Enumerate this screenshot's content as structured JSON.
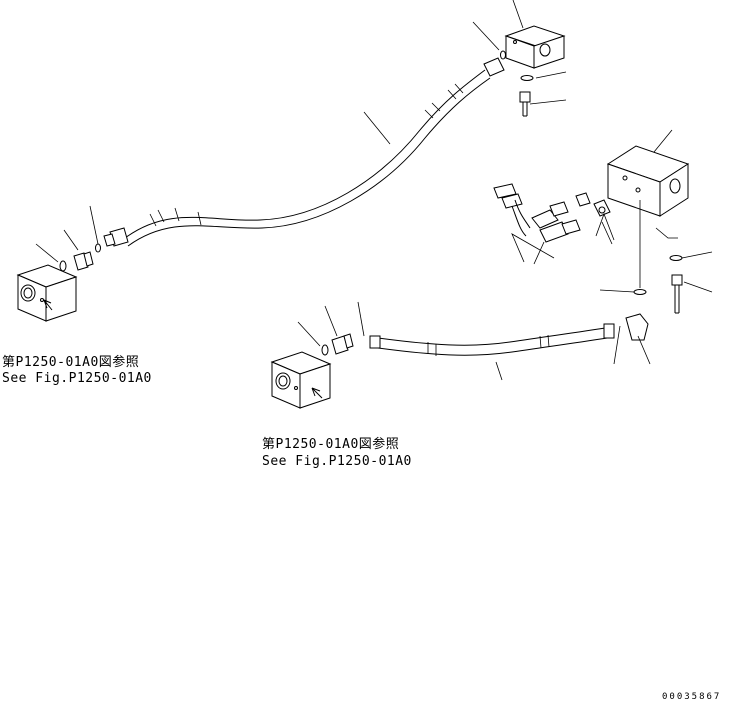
{
  "references": [
    {
      "jp": "第P1250-01A0図参照",
      "en": "See Fig.P1250-01A0"
    },
    {
      "jp": "第P1250-01A0図参照",
      "en": "See Fig.P1250-01A0"
    }
  ],
  "drawing_code": "00035867"
}
